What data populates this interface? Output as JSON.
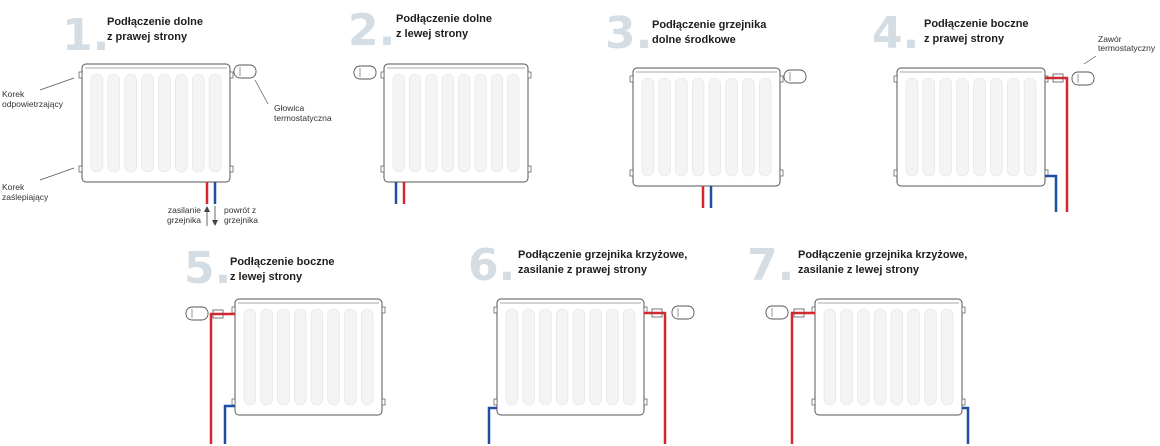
{
  "colors": {
    "supply": "#d8262e",
    "return": "#1f4ea3",
    "outline": "#555555",
    "fin": "#f4f4f4",
    "number": "#d5dde4"
  },
  "items": [
    {
      "number": "1.",
      "title1": "Podłączenie dolne",
      "title2": "z prawej strony"
    },
    {
      "number": "2.",
      "title1": "Podłączenie dolne",
      "title2": "z lewej strony"
    },
    {
      "number": "3.",
      "title1": "Podłączenie grzejnika",
      "title2": "dolne środkowe"
    },
    {
      "number": "4.",
      "title1": "Podłączenie boczne",
      "title2": "z prawej strony"
    },
    {
      "number": "5.",
      "title1": "Podłączenie boczne",
      "title2": "z lewej strony"
    },
    {
      "number": "6.",
      "title1": "Podłączenie grzejnika krzyżowe,",
      "title2": "zasilanie z prawej strony"
    },
    {
      "number": "7.",
      "title1": "Podłączenie grzejnika krzyżowe,",
      "title2": "zasilanie z lewej strony"
    }
  ],
  "labels": {
    "vent_plug_1": "Korek",
    "vent_plug_2": "odpowietrzający",
    "blind_plug_1": "Korek",
    "blind_plug_2": "zaślepiający",
    "thermo_head_1": "Głowica",
    "thermo_head_2": "termostatyczna",
    "thermo_valve_1": "Zawór",
    "thermo_valve_2": "termostatyczny",
    "supply_1": "zasilanie",
    "supply_2": "grzejnika",
    "return_1": "powrót z",
    "return_2": "grzejnika"
  }
}
